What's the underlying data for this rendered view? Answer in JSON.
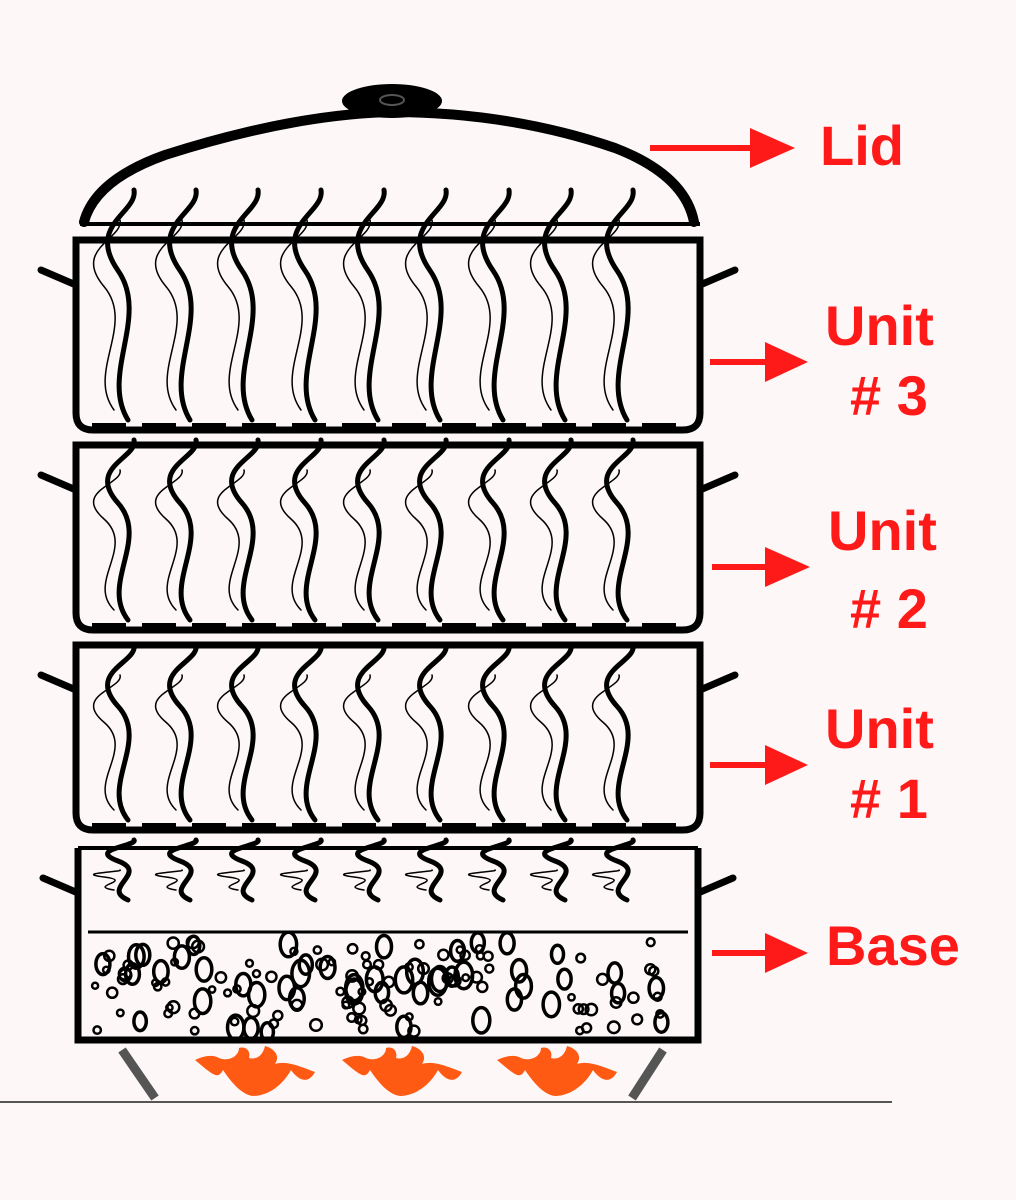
{
  "labels": {
    "lid": "Lid",
    "unit3_line1": "Unit",
    "unit3_line2": "# 3",
    "unit2_line1": "Unit",
    "unit2_line2": "# 2",
    "unit1_line1": "Unit",
    "unit1_line2": "# 1",
    "base": "Base"
  },
  "colors": {
    "background": "#fdf7f7",
    "outline": "#000000",
    "label": "#ff1a1a",
    "flame": "#ff5a14",
    "ground": "#555555",
    "legs": "#555555"
  },
  "layers": [
    "lid",
    "unit-3",
    "unit-2",
    "unit-1",
    "base"
  ],
  "icons": [
    "steam-wisp-icon",
    "bubble-icon",
    "flame-icon"
  ]
}
